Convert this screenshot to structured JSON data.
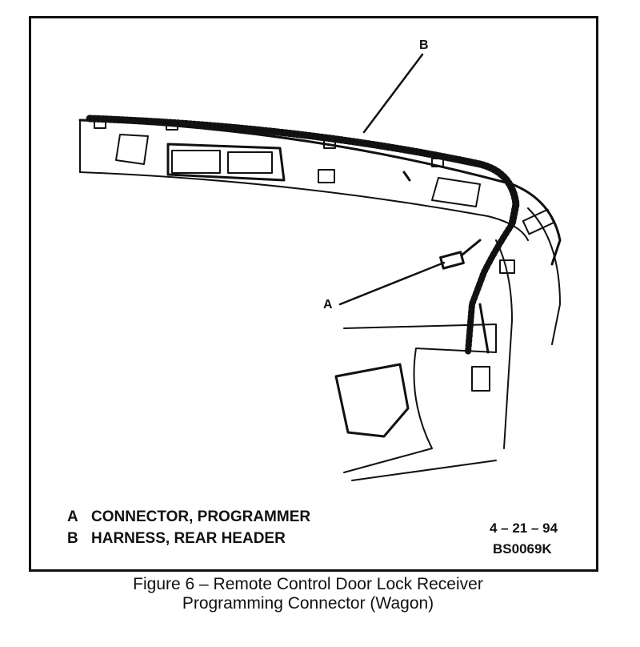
{
  "callouts": {
    "a": "A",
    "b": "B"
  },
  "legend": [
    {
      "key": "A",
      "text": "CONNECTOR, PROGRAMMER"
    },
    {
      "key": "B",
      "text": "HARNESS, REAR HEADER"
    }
  ],
  "stamp": {
    "date": "4 – 21 – 94",
    "code": "BS0069K"
  },
  "caption": {
    "line1": "Figure 6 – Remote Control Door Lock Receiver",
    "line2": "Programming Connector (Wagon)"
  }
}
